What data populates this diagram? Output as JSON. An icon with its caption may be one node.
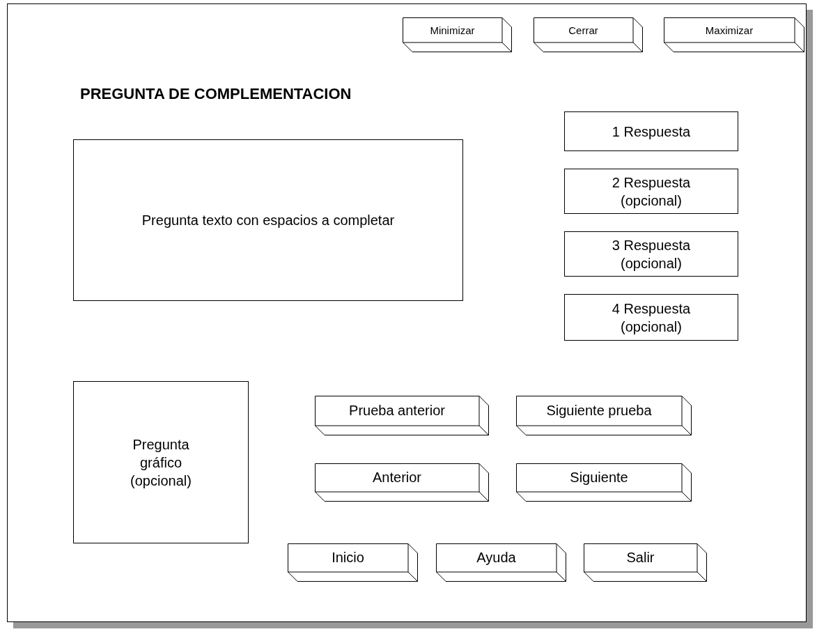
{
  "diagram": {
    "title": "PREGUNTA DE COMPLEMENTACION",
    "nodes": [
      {
        "text": [
          "Minimizar"
        ]
      },
      {
        "text": [
          "Cerrar"
        ]
      },
      {
        "text": [
          "Maximizar"
        ]
      },
      {
        "text": [
          "Pregunta texto con espacios a completar"
        ]
      },
      {
        "text": [
          "1 Respuesta"
        ]
      },
      {
        "text": [
          "2 Respuesta (opcional)"
        ]
      },
      {
        "text": [
          "3 Respuesta (opcional)"
        ]
      },
      {
        "text": [
          "4 Respuesta (opcional)"
        ]
      },
      {
        "text": [
          "Pregunta gráfico (opcional)"
        ]
      },
      {
        "text": [
          "Prueba anterior"
        ]
      },
      {
        "text": [
          "Siguiente prueba"
        ]
      },
      {
        "text": [
          "Anterior"
        ]
      },
      {
        "text": [
          "Siguiente"
        ]
      },
      {
        "text": [
          "Inicio"
        ]
      },
      {
        "text": [
          "Ayuda"
        ]
      },
      {
        "text": [
          "Salir"
        ]
      }
    ]
  }
}
